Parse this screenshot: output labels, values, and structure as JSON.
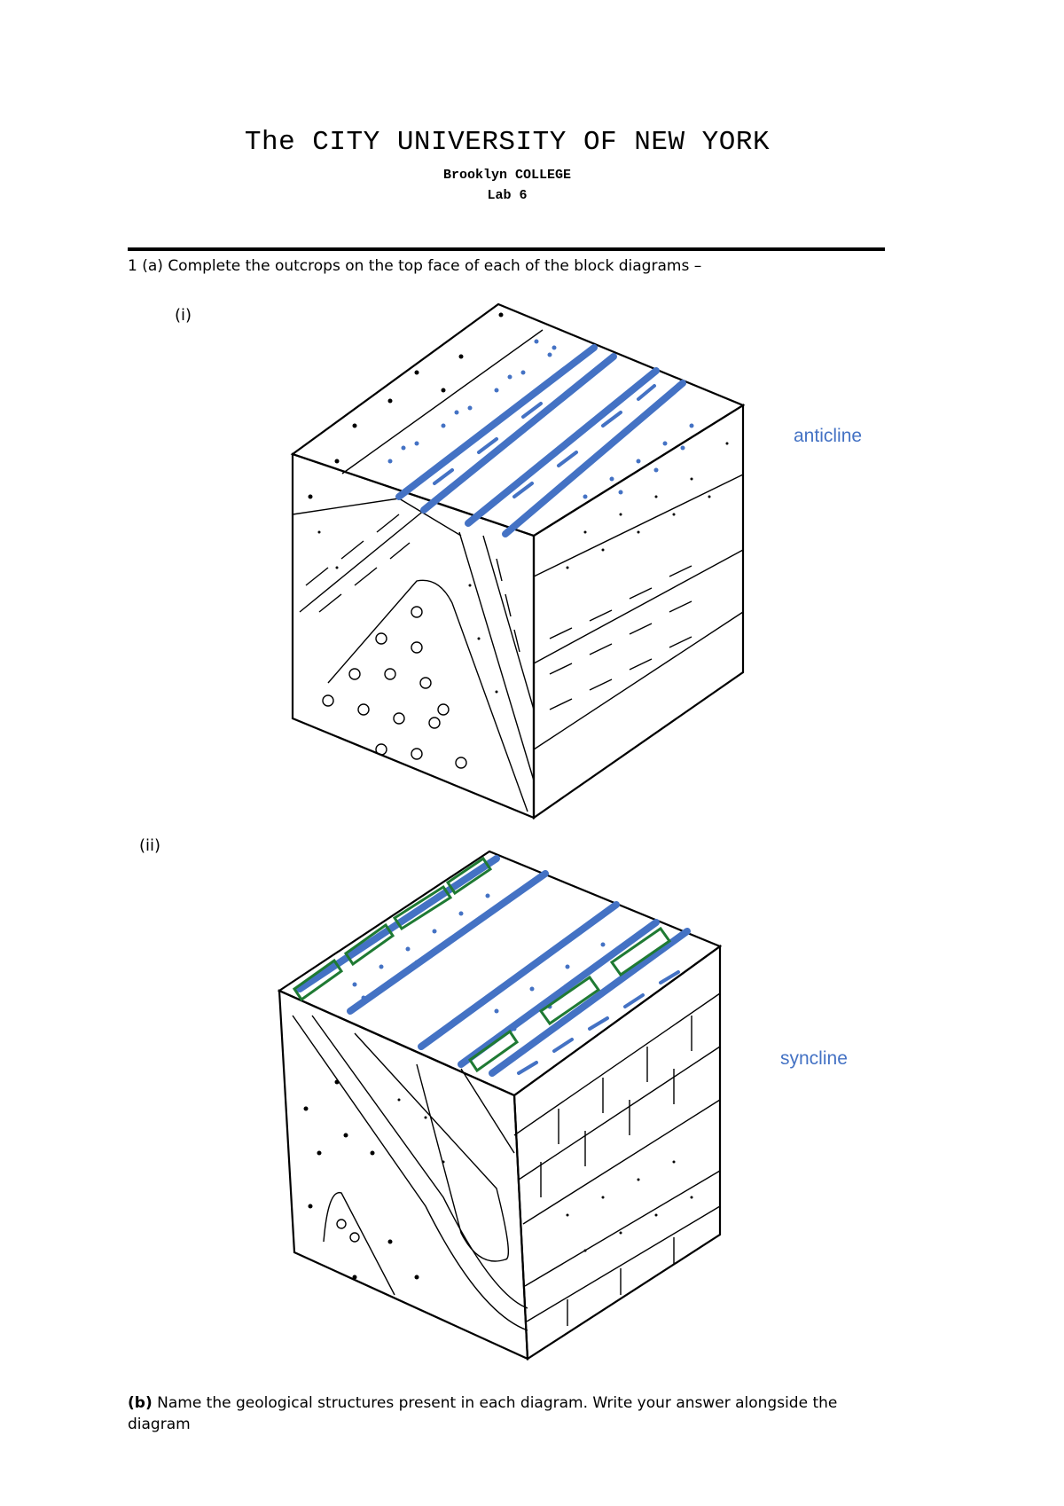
{
  "header": {
    "title": "The CITY UNIVERSITY OF NEW YORK",
    "college": "Brooklyn COLLEGE",
    "lab": "Lab 6"
  },
  "question_a": {
    "number": "1 (a)",
    "text": "Complete the outcrops on the top face of each of the block diagrams –"
  },
  "diagrams": [
    {
      "label": "(i)",
      "answer": "anticline"
    },
    {
      "label": "(ii)",
      "answer": "syncline"
    }
  ],
  "question_b": {
    "number": "(b)",
    "text": "Name the geological structures present in each diagram. Write your answer alongside the diagram"
  }
}
